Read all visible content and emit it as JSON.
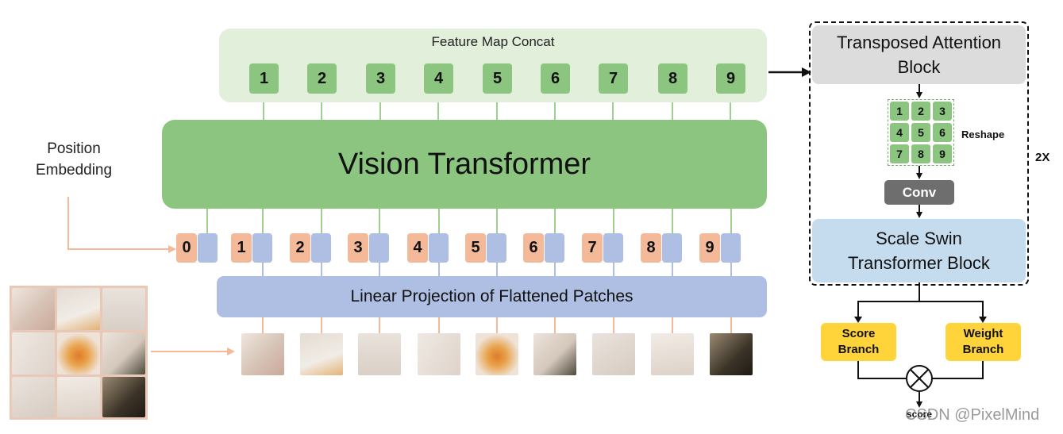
{
  "feature_concat": {
    "label": "Feature Map Concat",
    "tokens": [
      "1",
      "2",
      "3",
      "4",
      "5",
      "6",
      "7",
      "8",
      "9"
    ]
  },
  "vit": {
    "label": "Vision Transformer"
  },
  "position_embedding": {
    "line1": "Position",
    "line2": "Embedding"
  },
  "embeddings": {
    "positions": [
      "0",
      "1",
      "2",
      "3",
      "4",
      "5",
      "6",
      "7",
      "8",
      "9"
    ]
  },
  "linear_projection": {
    "label": "Linear Projection of Flattened Patches"
  },
  "tab": {
    "line1": "Transposed Attention",
    "line2": "Block"
  },
  "reshape": {
    "label": "Reshape",
    "cells": [
      "1",
      "2",
      "3",
      "4",
      "5",
      "6",
      "7",
      "8",
      "9"
    ]
  },
  "conv": {
    "label": "Conv"
  },
  "swin": {
    "line1": "Scale Swin",
    "line2": "Transformer Block"
  },
  "repeat": {
    "label": "2X"
  },
  "score_branch": {
    "line1": "Score",
    "line2": "Branch"
  },
  "weight_branch": {
    "line1": "Weight",
    "line2": "Branch"
  },
  "output": {
    "label": "score"
  },
  "watermark": {
    "text": "CSDN @PixelMind"
  },
  "colors": {
    "green_light": "#e2efda",
    "green": "#8cc57f",
    "blue_light": "#aebfe3",
    "peach": "#f3b999",
    "yellow": "#ffd43b",
    "gray": "#dcdcdc",
    "conv_gray": "#6e6e6e",
    "swin_blue": "#c5dcef"
  }
}
